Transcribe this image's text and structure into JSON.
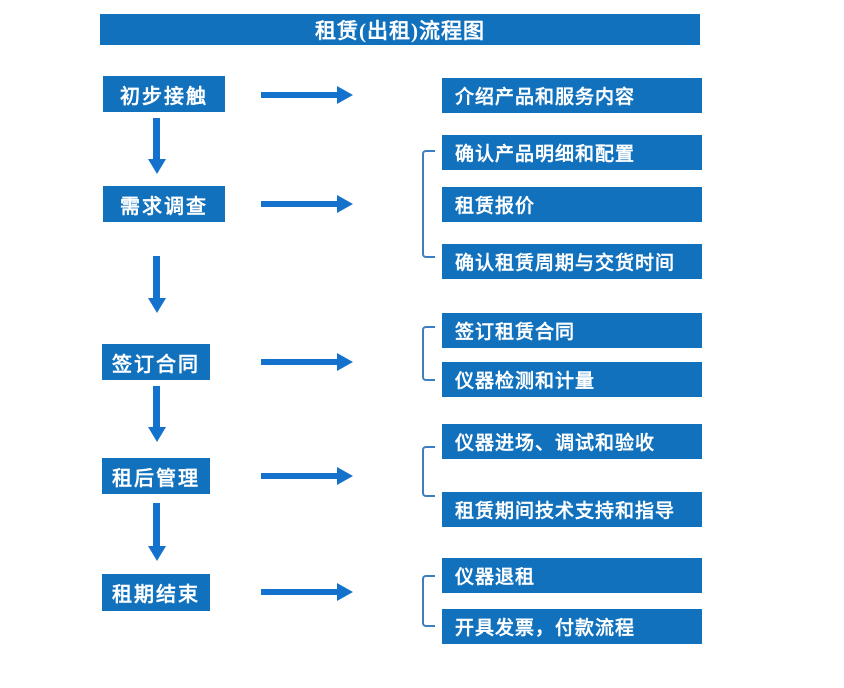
{
  "title": "租赁(出租)流程图",
  "colors": {
    "box_blue": "#1271bd",
    "arrow_blue": "#1472cc",
    "bracket_blue": "#3c7ec2",
    "text_white": "#ffffff",
    "background": "#ffffff"
  },
  "stages": [
    {
      "label": "初步接触",
      "outputs": [
        "介绍产品和服务内容"
      ]
    },
    {
      "label": "需求调查",
      "outputs": [
        "确认产品明细和配置",
        "租赁报价",
        "确认租赁周期与交货时间"
      ]
    },
    {
      "label": "签订合同",
      "outputs": [
        "签订租赁合同",
        "仪器检测和计量"
      ]
    },
    {
      "label": "租后管理",
      "outputs": [
        "仪器进场、调试和验收",
        "租赁期间技术支持和指导"
      ]
    },
    {
      "label": "租期结束",
      "outputs": [
        "仪器退租",
        "开具发票，付款流程"
      ]
    }
  ]
}
